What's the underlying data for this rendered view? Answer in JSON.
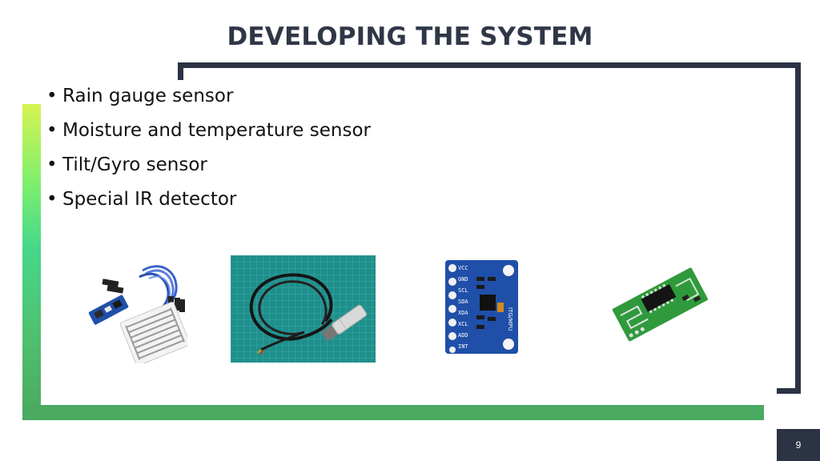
{
  "slide": {
    "title": "DEVELOPING THE SYSTEM",
    "page_number": "9",
    "bullets": [
      "Rain gauge sensor",
      "Moisture and temperature sensor",
      "Tilt/Gyro sensor",
      "Special IR detector"
    ],
    "gyro_pin_labels": [
      "VCC",
      "GND",
      "SCL",
      "SDA",
      "XDA",
      "XCL",
      "ADD",
      "INT"
    ],
    "gyro_chip_text": "ITG/MPU"
  },
  "colors": {
    "title": "#2f3747",
    "frame": "#2b3344",
    "green_bar": "#4aaa62",
    "green_gradient_top": "#d6f352",
    "board_blue": "#1f4fa8",
    "pcb_green": "#2f9a3c",
    "cutting_mat": "#1f8f8c"
  }
}
